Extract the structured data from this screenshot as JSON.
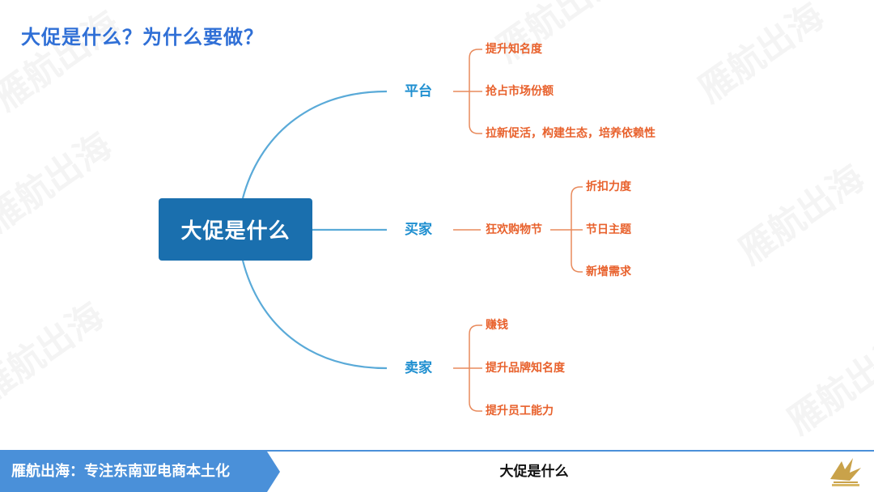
{
  "title": "大促是什么？为什么要做？",
  "watermark_text": "雁航出海",
  "center": "大促是什么",
  "branches": [
    {
      "label": "平台",
      "children": [
        "提升知名度",
        "抢占市场份额",
        "拉新促活，构建生态，培养依赖性"
      ]
    },
    {
      "label": "买家",
      "mid": "狂欢购物节",
      "children": [
        "折扣力度",
        "节日主题",
        "新增需求"
      ]
    },
    {
      "label": "卖家",
      "children": [
        "赚钱",
        "提升品牌知名度",
        "提升员工能力"
      ]
    }
  ],
  "footer": {
    "banner": "雁航出海：专注东南亚电商本土化",
    "center": "大促是什么"
  },
  "colors": {
    "title": "#2f6fd6",
    "center_node": "#1a6fae",
    "branch_text": "#1f8fd0",
    "branch_line": "#5aaad8",
    "leaf_text": "#e8612c",
    "leaf_line": "#e88a5c",
    "footer_banner": "#4a90d9"
  }
}
